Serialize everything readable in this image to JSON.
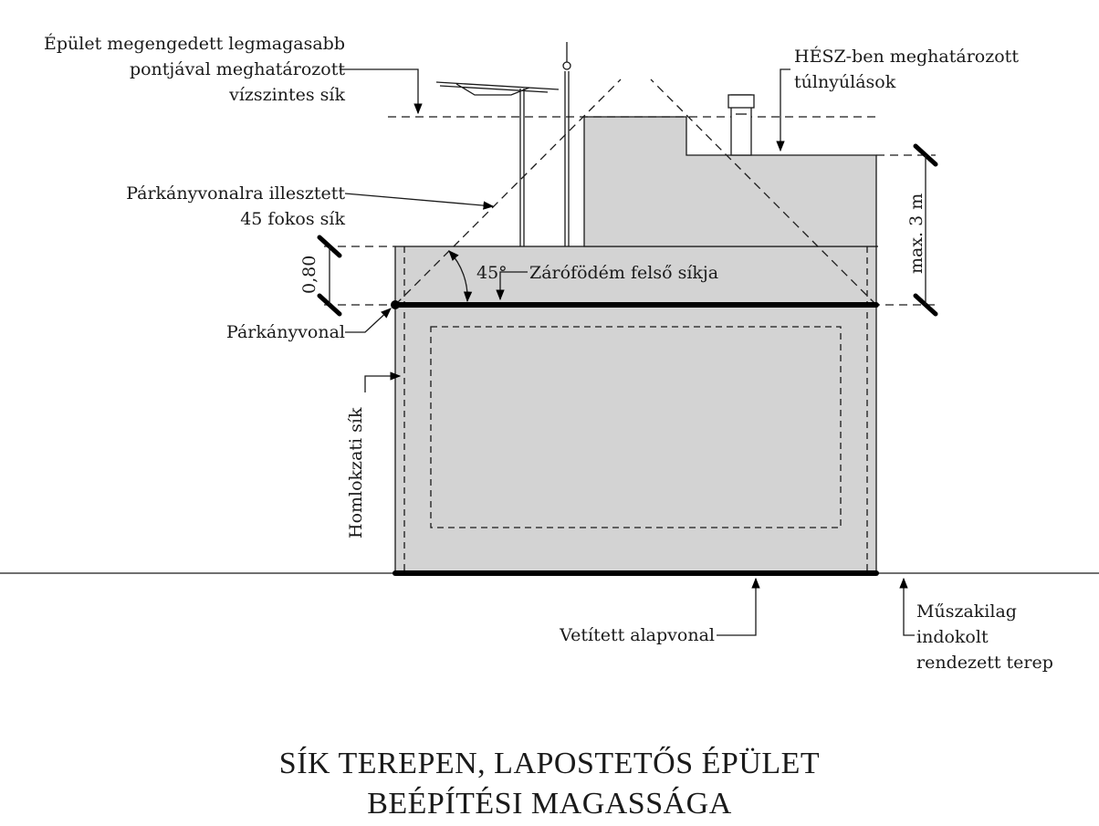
{
  "labels": {
    "max_height_plane_1": "Épület megengedett legmagasabb",
    "max_height_plane_2": "pontjával meghatározott",
    "max_height_plane_3": "vízszintes sík",
    "hesz_1": "HÉSZ-ben meghatározott",
    "hesz_2": "túlnyúlások",
    "plane45_1": "Párkányvonalra illesztett",
    "plane45_2": "45 fokos sík",
    "dim_080": "0,80",
    "angle_45": "45°",
    "slab_top": "Zárófödém felső síkja",
    "max3m": "max. 3 m",
    "cornice_line": "Párkányvonal",
    "facade_plane": "Homlokzati sík",
    "projected_baseline": "Vetített alapvonal",
    "terrain_1": "Műszakilag",
    "terrain_2": "indokolt",
    "terrain_3": "rendezett terep"
  },
  "title": {
    "line1": "SÍK TEREPEN, LAPOSTETŐS ÉPÜLET",
    "line2": "BEÉPÍTÉSI MAGASSÁGA"
  },
  "colors": {
    "fill": "#d3d3d3",
    "ink": "#1a1a1a"
  }
}
